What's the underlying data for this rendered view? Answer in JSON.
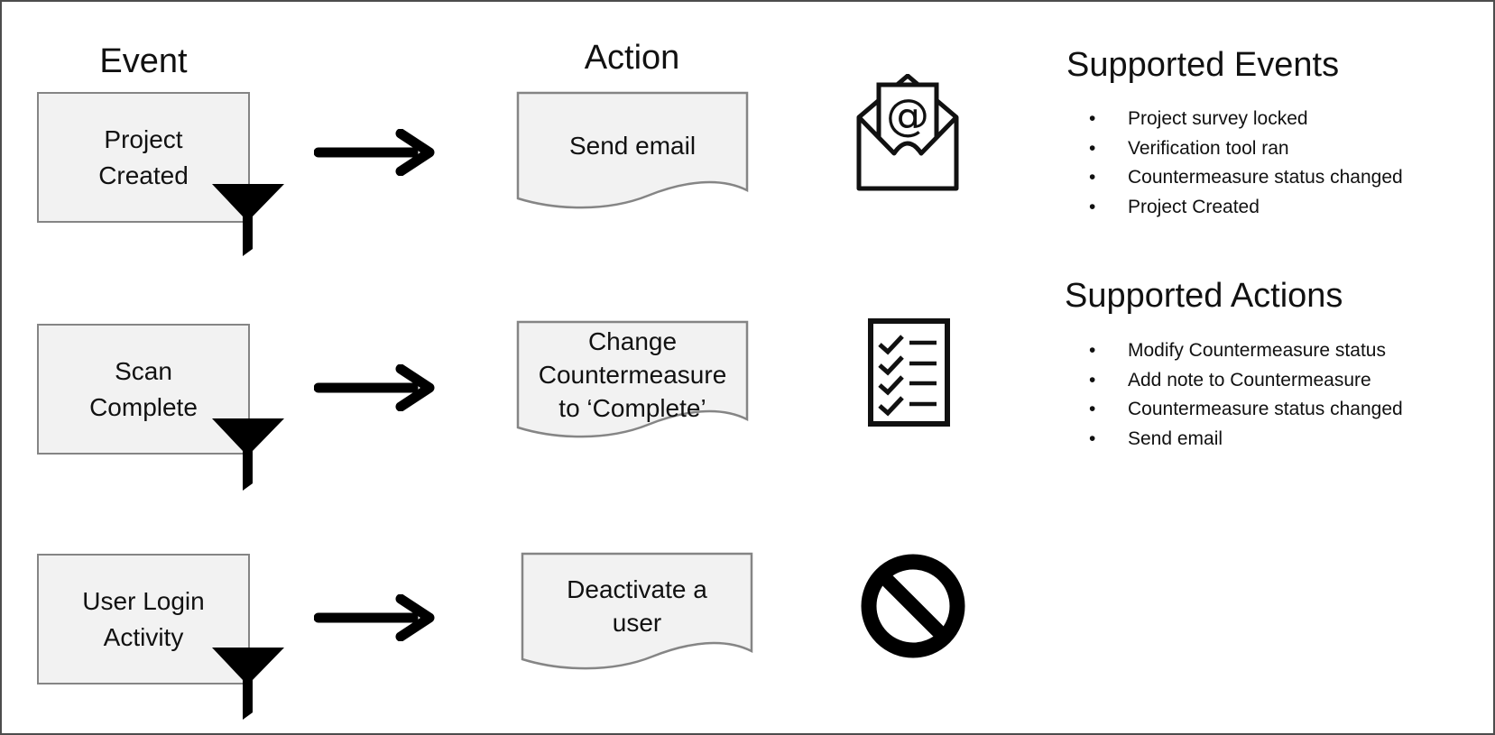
{
  "columns": {
    "event_header": "Event",
    "action_header": "Action"
  },
  "rows": [
    {
      "event_label": [
        "Project",
        "Created"
      ],
      "action_label": [
        "Send email"
      ],
      "event_icon": "filter-funnel-icon",
      "action_icon": "email-envelope-icon"
    },
    {
      "event_label": [
        "Scan",
        "Complete"
      ],
      "action_label": [
        "Change",
        "Countermeasure",
        "to ‘Complete’"
      ],
      "event_icon": "filter-funnel-icon",
      "action_icon": "checklist-icon"
    },
    {
      "event_label": [
        "User Login",
        "Activity"
      ],
      "action_label": [
        "Deactivate a",
        "user"
      ],
      "event_icon": "filter-funnel-icon",
      "action_icon": "prohibition-icon"
    }
  ],
  "supported_events": {
    "title": "Supported Events",
    "items": [
      "Project survey locked",
      "Verification tool ran",
      "Countermeasure status changed",
      "Project Created"
    ]
  },
  "supported_actions": {
    "title": "Supported Actions",
    "items": [
      "Modify Countermeasure status",
      "Add note to Countermeasure",
      "Countermeasure status changed",
      "Send email"
    ]
  },
  "colors": {
    "box_fill": "#f2f2f2",
    "box_border": "#858585",
    "ink": "#111111",
    "canvas_border": "#4d4d4d"
  }
}
